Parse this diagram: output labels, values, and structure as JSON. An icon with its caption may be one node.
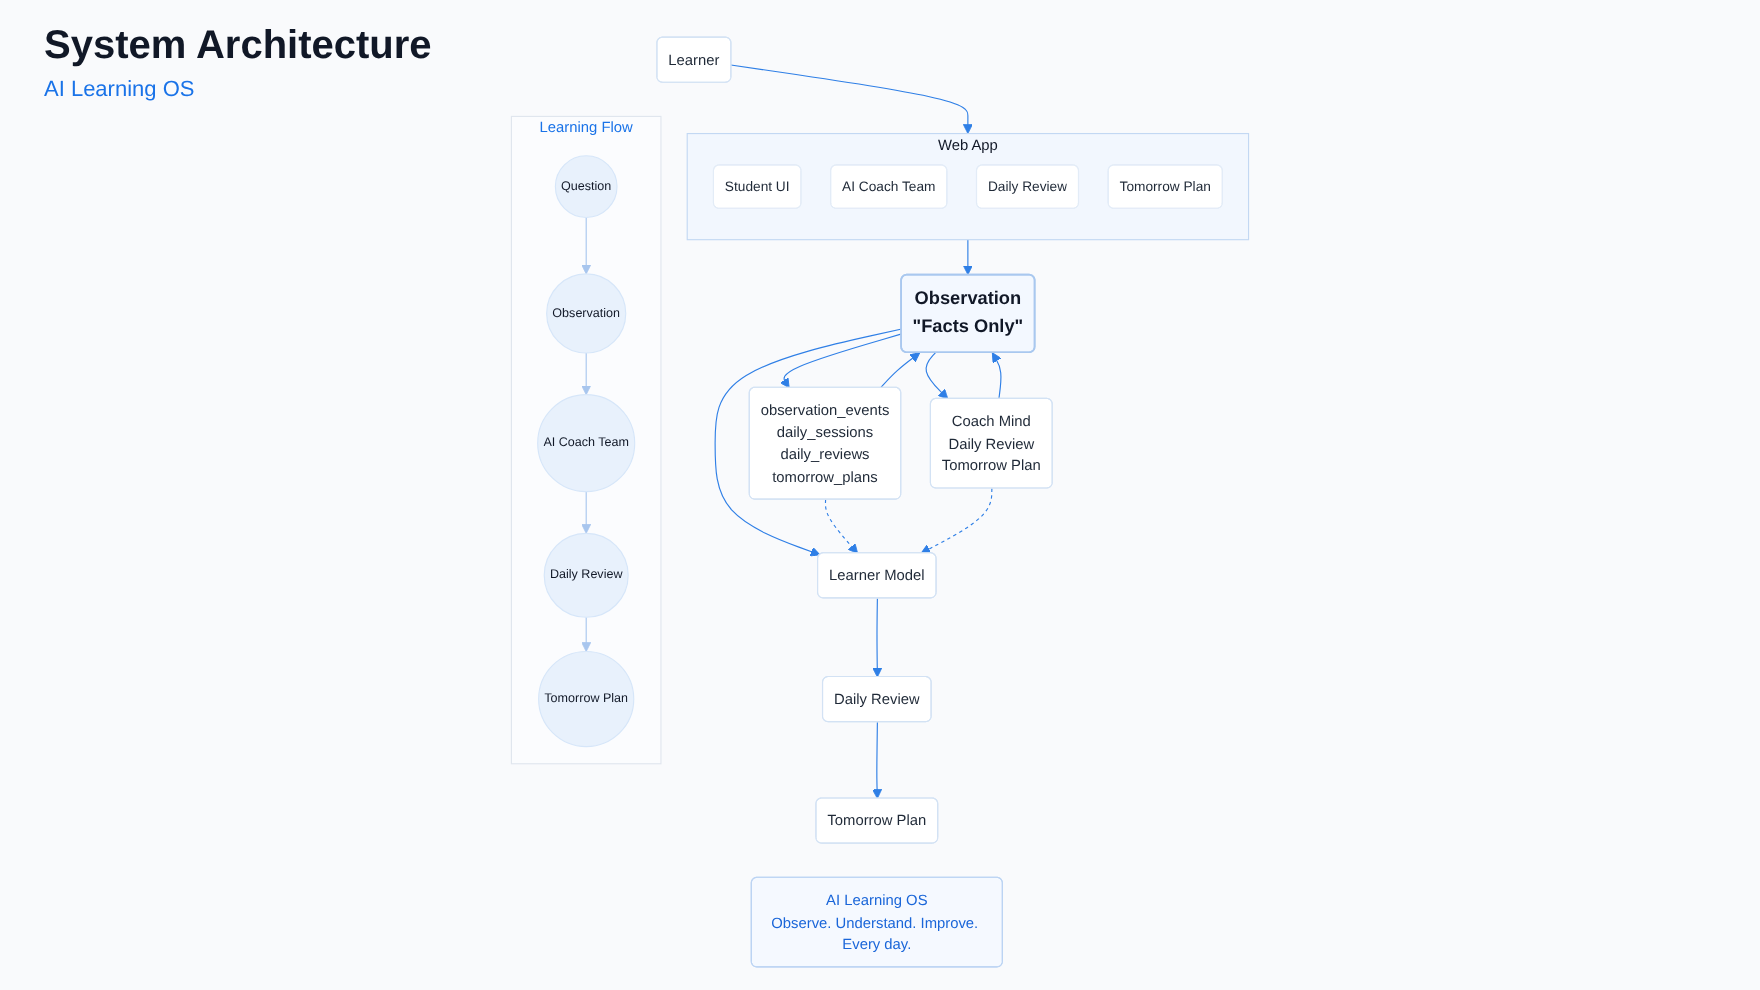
{
  "diagram": {
    "title": "System Architecture",
    "nodes": [
      {
        "text": [
          "Learner"
        ]
      },
      {
        "text": [
          "Web App"
        ]
      },
      {
        "text": [
          "Student UI"
        ],
        "in": 1
      },
      {
        "text": [
          "AI Coach Team"
        ],
        "in": 1
      },
      {
        "text": [
          "Daily Review"
        ],
        "in": 1
      },
      {
        "text": [
          "Tomorrow Plan"
        ],
        "in": 1
      },
      {
        "text": [
          "observation_events",
          "daily_sessions",
          "daily_reviews",
          "tomorrow_plans"
        ]
      },
      {
        "text": [
          "Observation",
          "\"Facts Only\""
        ]
      },
      {
        "text": [
          "Coach Mind",
          "Daily Review",
          "Tomorrow Plan"
        ]
      },
      {
        "text": [
          "Learner Model"
        ]
      },
      {
        "text": [
          "Daily Review"
        ]
      },
      {
        "text": [
          "Tomorrow Plan"
        ]
      },
      {
        "text": [
          "AI Learning OS",
          "Observe. Understand. Improve. Every day."
        ]
      },
      {
        "text": [
          "Learning Flow"
        ]
      },
      {
        "text": [
          "Question"
        ],
        "in": 13
      },
      {
        "text": [
          "Observation"
        ],
        "in": 13
      },
      {
        "text": [
          "AI Coach Team"
        ],
        "in": 13
      },
      {
        "text": [
          "Daily Review"
        ],
        "in": 13
      },
      {
        "text": [
          "Tomorrow Plan"
        ],
        "in": 13
      }
    ],
    "edges": [
      {
        "from": 0,
        "to": 1,
        "arrow": "to"
      },
      {
        "from": 1,
        "to": 7,
        "arrow": "to"
      },
      {
        "from": 6,
        "to": 7,
        "arrow": "to"
      },
      {
        "from": 7,
        "to": 6,
        "arrow": "to"
      },
      {
        "from": 8,
        "to": 7,
        "arrow": "to"
      },
      {
        "from": 7,
        "to": 8,
        "arrow": "to"
      },
      {
        "from": 7,
        "to": 9,
        "arrow": "to"
      },
      {
        "from": 6,
        "to": 9,
        "arrow": "to",
        "style": "dashed"
      },
      {
        "from": 8,
        "to": 9,
        "arrow": "to",
        "style": "dashed"
      },
      {
        "from": 9,
        "to": 10,
        "arrow": "to"
      },
      {
        "from": 10,
        "to": 11,
        "arrow": "to"
      },
      {
        "from": 14,
        "to": 15,
        "arrow": "to",
        "color": "#a8c6ee"
      },
      {
        "from": 15,
        "to": 16,
        "arrow": "to",
        "color": "#a8c6ee"
      },
      {
        "from": 16,
        "to": 17,
        "arrow": "to",
        "color": "#a8c6ee"
      },
      {
        "from": 17,
        "to": 18,
        "arrow": "to",
        "color": "#a8c6ee"
      }
    ],
    "labels": [
      "AI Learning OS"
    ]
  }
}
